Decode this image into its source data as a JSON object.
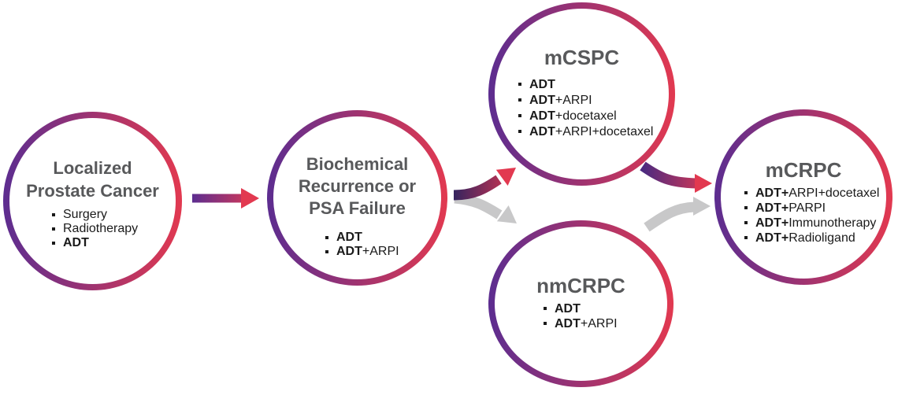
{
  "diagram": {
    "nodes": [
      {
        "id": "localized-prostate-cancer",
        "title_lines": [
          "Localized",
          "Prostate Cancer"
        ],
        "items": [
          {
            "bold": "",
            "rest": "Surgery"
          },
          {
            "bold": "",
            "rest": "Radiotherapy"
          },
          {
            "bold": "ADT",
            "rest": ""
          }
        ]
      },
      {
        "id": "biochemical-recurrence-psa-failure",
        "title_lines": [
          "Biochemical",
          "Recurrence or",
          "PSA Failure"
        ],
        "items": [
          {
            "bold": "ADT",
            "rest": ""
          },
          {
            "bold": "ADT",
            "rest": "+ARPI"
          }
        ]
      },
      {
        "id": "mcspc",
        "title_lines": [
          "mCSPC"
        ],
        "items": [
          {
            "bold": "ADT",
            "rest": ""
          },
          {
            "bold": "ADT",
            "rest": "+ARPI"
          },
          {
            "bold": "ADT",
            "rest": "+docetaxel"
          },
          {
            "bold": "ADT",
            "rest": "+ARPI+docetaxel"
          }
        ]
      },
      {
        "id": "nmcrpc",
        "title_lines": [
          "nmCRPC"
        ],
        "items": [
          {
            "bold": "ADT",
            "rest": ""
          },
          {
            "bold": "ADT",
            "rest": "+ARPI"
          }
        ]
      },
      {
        "id": "mcrpc",
        "title_lines": [
          "mCRPC"
        ],
        "items": [
          {
            "bold": "ADT+",
            "rest": "ARPI+docetaxel"
          },
          {
            "bold": "ADT+",
            "rest": "PARPI"
          },
          {
            "bold": "ADT+",
            "rest": "Immunotherapy"
          },
          {
            "bold": "ADT+",
            "rest": "Radioligand"
          }
        ]
      }
    ],
    "colors": {
      "gradient_purple": "#5C2D90",
      "gradient_red": "#E23950",
      "arrow_gray": "#C8C8C9",
      "node_title": "#58595B",
      "item_text": "#1A1A1A",
      "background": "#FFFFFF"
    }
  }
}
